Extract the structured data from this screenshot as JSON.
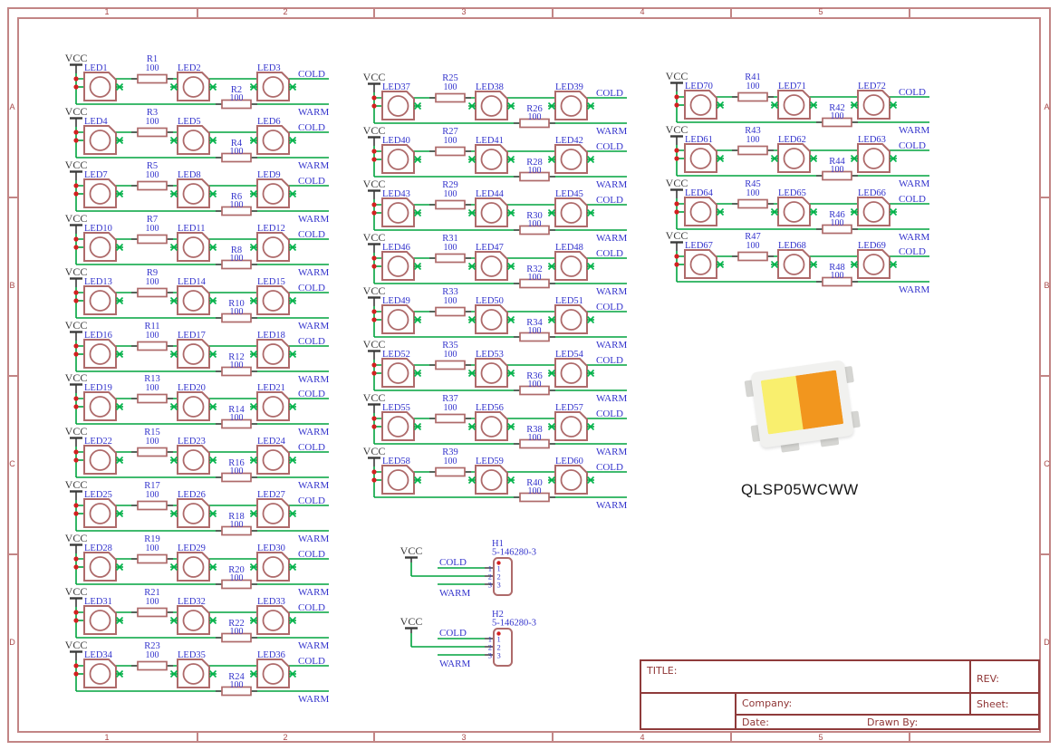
{
  "frame": {
    "top_numbers": [
      "1",
      "2",
      "3",
      "4",
      "5"
    ],
    "bottom_numbers": [
      "1",
      "2",
      "3",
      "4",
      "5"
    ],
    "left_letters": [
      "A",
      "B",
      "C",
      "D"
    ],
    "right_letters": [
      "A",
      "B",
      "C",
      "D"
    ]
  },
  "power_net": "VCC",
  "resistor_value": "100",
  "net_labels": {
    "top": "COLD",
    "bottom": "WARM"
  },
  "led_banks": [
    {
      "rows": [
        {
          "leds": [
            "LED1",
            "LED2",
            "LED3"
          ],
          "resistors": [
            "R1",
            "R2"
          ]
        },
        {
          "leds": [
            "LED4",
            "LED5",
            "LED6"
          ],
          "resistors": [
            "R3",
            "R4"
          ]
        },
        {
          "leds": [
            "LED7",
            "LED8",
            "LED9"
          ],
          "resistors": [
            "R5",
            "R6"
          ]
        },
        {
          "leds": [
            "LED10",
            "LED11",
            "LED12"
          ],
          "resistors": [
            "R7",
            "R8"
          ]
        },
        {
          "leds": [
            "LED13",
            "LED14",
            "LED15"
          ],
          "resistors": [
            "R9",
            "R10"
          ]
        },
        {
          "leds": [
            "LED16",
            "LED17",
            "LED18"
          ],
          "resistors": [
            "R11",
            "R12"
          ]
        },
        {
          "leds": [
            "LED19",
            "LED20",
            "LED21"
          ],
          "resistors": [
            "R13",
            "R14"
          ]
        },
        {
          "leds": [
            "LED22",
            "LED23",
            "LED24"
          ],
          "resistors": [
            "R15",
            "R16"
          ]
        },
        {
          "leds": [
            "LED25",
            "LED26",
            "LED27"
          ],
          "resistors": [
            "R17",
            "R18"
          ]
        },
        {
          "leds": [
            "LED28",
            "LED29",
            "LED30"
          ],
          "resistors": [
            "R19",
            "R20"
          ]
        },
        {
          "leds": [
            "LED31",
            "LED32",
            "LED33"
          ],
          "resistors": [
            "R21",
            "R22"
          ]
        },
        {
          "leds": [
            "LED34",
            "LED35",
            "LED36"
          ],
          "resistors": [
            "R23",
            "R24"
          ]
        }
      ]
    },
    {
      "rows": [
        {
          "leds": [
            "LED37",
            "LED38",
            "LED39"
          ],
          "resistors": [
            "R25",
            "R26"
          ]
        },
        {
          "leds": [
            "LED40",
            "LED41",
            "LED42"
          ],
          "resistors": [
            "R27",
            "R28"
          ]
        },
        {
          "leds": [
            "LED43",
            "LED44",
            "LED45"
          ],
          "resistors": [
            "R29",
            "R30"
          ]
        },
        {
          "leds": [
            "LED46",
            "LED47",
            "LED48"
          ],
          "resistors": [
            "R31",
            "R32"
          ]
        },
        {
          "leds": [
            "LED49",
            "LED50",
            "LED51"
          ],
          "resistors": [
            "R33",
            "R34"
          ]
        },
        {
          "leds": [
            "LED52",
            "LED53",
            "LED54"
          ],
          "resistors": [
            "R35",
            "R36"
          ]
        },
        {
          "leds": [
            "LED55",
            "LED56",
            "LED57"
          ],
          "resistors": [
            "R37",
            "R38"
          ]
        },
        {
          "leds": [
            "LED58",
            "LED59",
            "LED60"
          ],
          "resistors": [
            "R39",
            "R40"
          ]
        }
      ]
    },
    {
      "rows": [
        {
          "leds": [
            "LED70",
            "LED71",
            "LED72"
          ],
          "resistors": [
            "R41",
            "R42"
          ]
        },
        {
          "leds": [
            "LED61",
            "LED62",
            "LED63"
          ],
          "resistors": [
            "R43",
            "R44"
          ]
        },
        {
          "leds": [
            "LED64",
            "LED65",
            "LED66"
          ],
          "resistors": [
            "R45",
            "R46"
          ]
        },
        {
          "leds": [
            "LED67",
            "LED68",
            "LED69"
          ],
          "resistors": [
            "R47",
            "R48"
          ]
        }
      ]
    }
  ],
  "connectors": [
    {
      "ref": "H1",
      "part_number": "5-146280-3",
      "pins": [
        "1",
        "2",
        "3"
      ],
      "net_top": "COLD",
      "net_bottom": "WARM"
    },
    {
      "ref": "H2",
      "part_number": "5-146280-3",
      "pins": [
        "1",
        "2",
        "3"
      ],
      "net_top": "COLD",
      "net_bottom": "WARM"
    }
  ],
  "part_image": {
    "label": "QLSP05WCWW",
    "warm_color": "#F9EF6E",
    "cold_color": "#F2961E"
  },
  "title_block": {
    "title_label": "TITLE:",
    "rev_label": "REV:",
    "company_label": "Company:",
    "sheet_label": "Sheet:",
    "date_label": "Date:",
    "drawn_by_label": "Drawn By:"
  },
  "colors": {
    "wire": "#00A33E",
    "x_mark": "#00B44B",
    "symbol_outline": "#AE6A6A",
    "net_label": "#3333CC",
    "junction": "#D42020",
    "frame_line": "#C28585",
    "frame_text": "#A84848",
    "title_text": "#8F3535",
    "vcc_symbol": "#3A3A3A"
  }
}
